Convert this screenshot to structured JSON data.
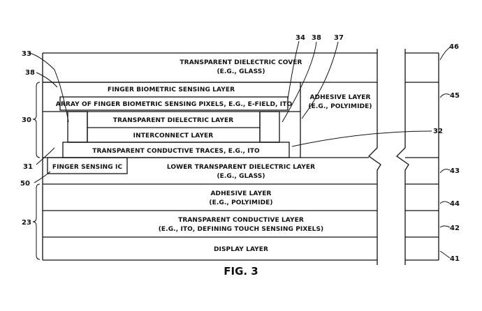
{
  "figure_label": "FIG. 3",
  "layers": {
    "cover": "TRANSPARENT DIELECTRIC COVER",
    "cover_sub": "(E.G., GLASS)",
    "sensing_layer": "FINGER BIOMETRIC SENSING LAYER",
    "pixel_array": "ARRAY OF FINGER BIOMETRIC SENSING PIXELS, E.G., E-FIELD, ITO",
    "dielectric": "TRANSPARENT DIELECTRIC LAYER",
    "interconnect": "INTERCONNECT LAYER",
    "traces": "TRANSPARENT CONDUCTIVE TRACES, E.G., ITO",
    "sensing_ic": "FINGER SENSING IC",
    "lower_dielectric": "LOWER TRANSPARENT DIELECTRIC LAYER",
    "lower_dielectric_sub": "(E.G., GLASS)",
    "adhesive_mid": "ADHESIVE LAYER",
    "adhesive_mid_sub": "(E.G., POLYIMIDE)",
    "adhesive_right": "ADHESIVE LAYER",
    "adhesive_right_sub": "(E.G., POLYIMIDE)",
    "conductive": "TRANSPARENT CONDUCTIVE LAYER",
    "conductive_sub": "(E.G., ITO, DEFINING TOUCH SENSING PIXELS)",
    "display": "DISPLAY LAYER"
  },
  "refs": {
    "r33": "33",
    "r34": "34",
    "r38a": "38",
    "r38b": "38",
    "r37": "37",
    "r46": "46",
    "r45": "45",
    "r30": "30",
    "r32": "32",
    "r31": "31",
    "r50": "50",
    "r43": "43",
    "r44": "44",
    "r23": "23",
    "r42": "42",
    "r41": "41"
  }
}
